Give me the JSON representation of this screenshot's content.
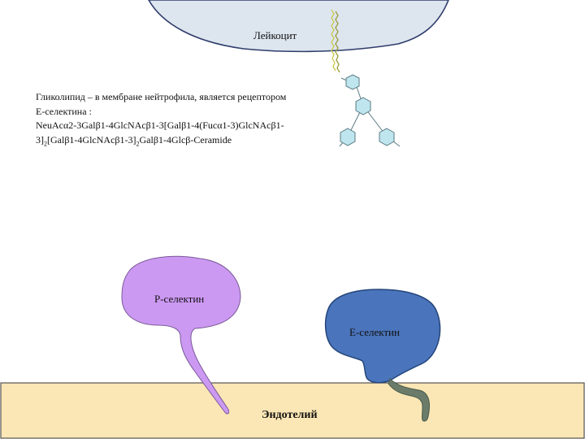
{
  "labels": {
    "leukocyte": "Лейкоцит",
    "glycolipid_line1": "Гликолипид – в мембране нейтрофила, является рецептором",
    "glycolipid_line2": "Е-селектина :",
    "formula_line1": "NeuAcα2-3Galβ1-4GlcNAcβ1-3[Galβ1-4(Fucα1-3)GlcNAcβ1-",
    "formula_line2_a": "3]",
    "formula_line2_sub1": "2",
    "formula_line2_b": "[Galβ1-4GlcNAcβ1-3]",
    "formula_line2_sub2": "2",
    "formula_line2_c": "Galβ1-4Glcβ-Ceramide",
    "p_selectin": "Р-селектин",
    "e_selectin": "Е-селектин",
    "endothelium": "Эндотелий"
  },
  "colors": {
    "leukocyte_fill": "#dde5ef",
    "leukocyte_stroke": "#2f3d6b",
    "endothelium_fill": "#fbe7b5",
    "endothelium_stroke": "#555555",
    "p_selectin_fill": "#cc99f2",
    "e_selectin_fill": "#4a74bb",
    "e_selectin_stroke": "#24457a",
    "stalk_fill": "#6b7c6a",
    "sugar_fill": "#bfe6ee",
    "sugar_stroke": "#5a7a82",
    "lipid_tail": "#c9c94a"
  }
}
